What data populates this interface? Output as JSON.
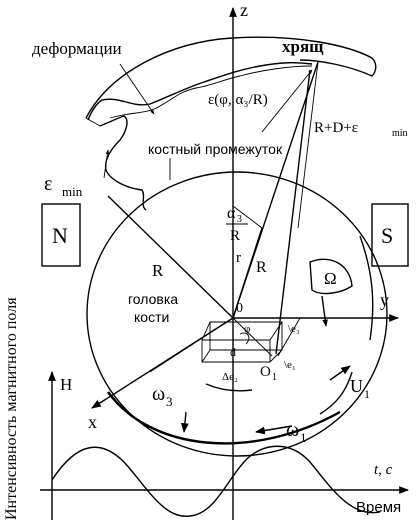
{
  "labels": {
    "axis_z": "z",
    "axis_y": "y",
    "axis_x": "x",
    "deformations": "деформации",
    "cartilage": "хрящ",
    "epsilon_func": "ε(φ, α₃/R)",
    "sum_label": "R+D+ε",
    "sum_sub": "min",
    "bone_gap": "костный промежуток",
    "eps_min": "ε",
    "eps_min_sub": "min",
    "magnet_n": "N",
    "magnet_s": "S",
    "alpha3": "α",
    "alpha3_sub": "3",
    "frac_R": "R",
    "r_small": "r",
    "R_left": "R",
    "R_center": "R",
    "omega_cap": "Ω",
    "origin": "0",
    "bone_head_1": "головка",
    "bone_head_2": "кости",
    "phi": "φ",
    "d_small": "d",
    "delta_e3": "\\e₃",
    "delta_e2": "Δe₂",
    "delta_e1": "\\e₁",
    "O1": "O",
    "O1_sub": "1",
    "U1": "U",
    "U1_sub": "1",
    "omega3": "ω",
    "omega3_sub": "3",
    "omega1": "ω",
    "omega1_sub": "1",
    "H": "H",
    "vertical_axis": "Интенсивность магнитного поля",
    "time_axis": "t, c",
    "time_word": "Время"
  }
}
